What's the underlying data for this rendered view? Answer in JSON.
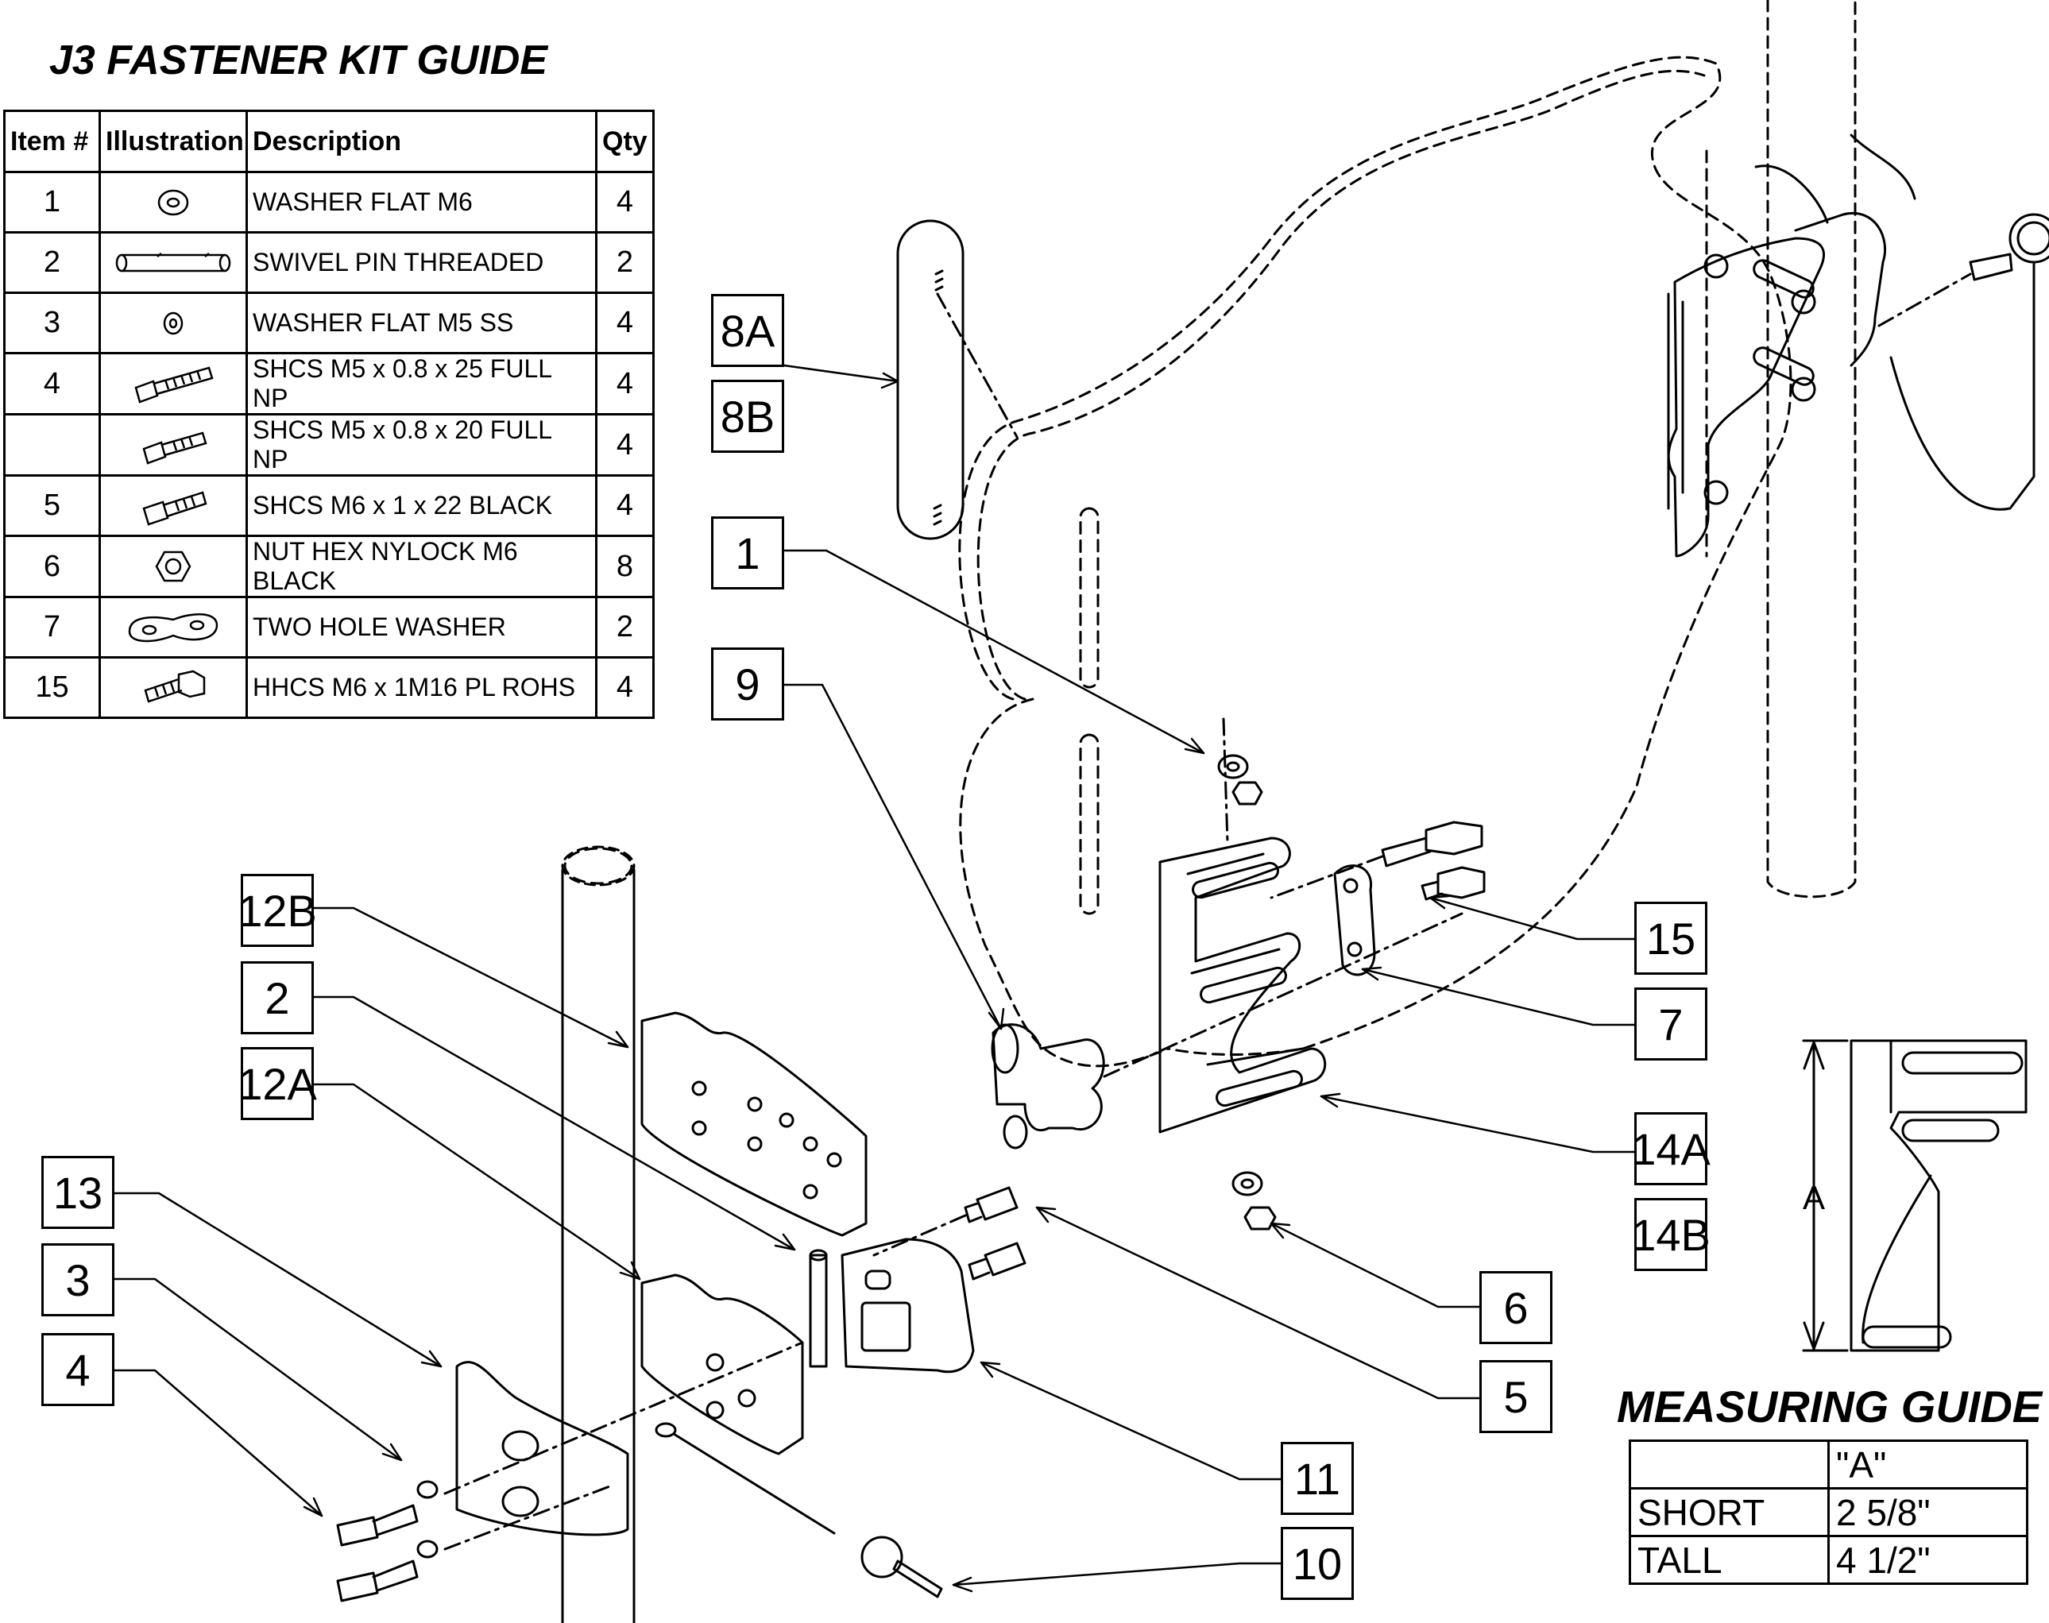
{
  "title": "J3 FASTENER KIT GUIDE",
  "kit_table": {
    "headers": [
      "Item #",
      "Illustration",
      "Description",
      "Qty"
    ],
    "rows": [
      {
        "item": "1",
        "icon": "flat-washer-icon",
        "description": "WASHER FLAT M6",
        "qty": "4"
      },
      {
        "item": "2",
        "icon": "swivel-pin-icon",
        "description": "SWIVEL PIN THREADED",
        "qty": "2"
      },
      {
        "item": "3",
        "icon": "small-washer-icon",
        "description": "WASHER FLAT M5 SS",
        "qty": "4"
      },
      {
        "item": "4",
        "icon": "socket-screw-icon",
        "description": "SHCS M5 x 0.8 x 25 FULL NP",
        "qty": "4"
      },
      {
        "item": "",
        "icon": "socket-screw-icon",
        "description": "SHCS M5 x 0.8 x 20 FULL NP",
        "qty": "4"
      },
      {
        "item": "5",
        "icon": "socket-screw-icon",
        "description": "SHCS M6 x 1 x 22 BLACK",
        "qty": "4"
      },
      {
        "item": "6",
        "icon": "hex-nut-icon",
        "description": "NUT HEX NYLOCK M6 BLACK",
        "qty": "8"
      },
      {
        "item": "7",
        "icon": "two-hole-washer-icon",
        "description": "TWO HOLE WASHER",
        "qty": "2"
      },
      {
        "item": "15",
        "icon": "hex-bolt-icon",
        "description": "HHCS M6 x 1M16 PL ROHS",
        "qty": "4"
      }
    ]
  },
  "callouts": {
    "c8a": "8A",
    "c8b": "8B",
    "c1": "1",
    "c9": "9",
    "c12b": "12B",
    "c2": "2",
    "c12a": "12A",
    "c13": "13",
    "c3": "3",
    "c4": "4",
    "c15": "15",
    "c7": "7",
    "c14a": "14A",
    "c14b": "14B",
    "c6": "6",
    "c5": "5",
    "c11": "11",
    "c10": "10"
  },
  "dimension_label": "A",
  "measuring_guide": {
    "title": "MEASURING GUIDE",
    "header": [
      "",
      "\"A\""
    ],
    "rows": [
      {
        "label": "SHORT",
        "value": "2 5/8\""
      },
      {
        "label": "TALL",
        "value": "4 1/2\""
      }
    ]
  }
}
